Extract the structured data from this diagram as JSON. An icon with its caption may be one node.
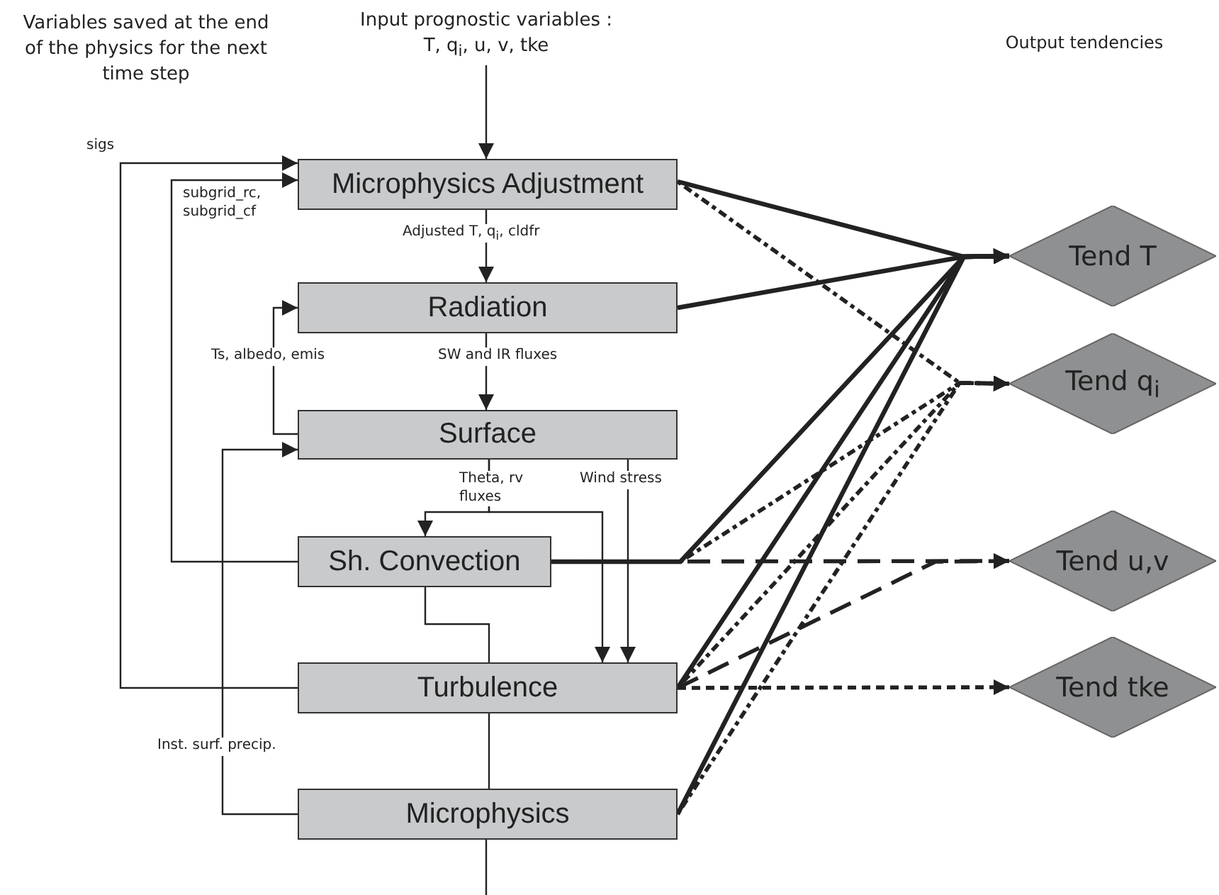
{
  "diagram": {
    "nodes": [
      {
        "text": [
          "Microphysics Adjustment"
        ]
      },
      {
        "text": [
          "Radiation"
        ]
      },
      {
        "text": [
          "Surface"
        ]
      },
      {
        "text": [
          "Sh. Convection"
        ]
      },
      {
        "text": [
          "Turbulence"
        ]
      },
      {
        "text": [
          "Microphysics"
        ]
      },
      {
        "text": [
          "Tend T"
        ]
      },
      {
        "text": [
          "Tend q$_{i}$"
        ]
      },
      {
        "text": [
          "Tend u,v"
        ]
      },
      {
        "text": [
          "Tend tke"
        ]
      },
      {
        "text": [
          "Input prognostic variables : T, q$_{i}$, u, v, tke"
        ]
      }
    ],
    "edges": [
      {
        "from": 10,
        "to": 0,
        "arrow": "to"
      },
      {
        "from": 0,
        "to": 1,
        "arrow": "to",
        "label": "Adjusted T, q$_{i}$, cldfr"
      },
      {
        "from": 1,
        "to": 2,
        "arrow": "to",
        "label": "SW and IR fluxes"
      },
      {
        "from": 2,
        "to": 1,
        "arrow": "to",
        "label": "Ts, albedo, emis"
      },
      {
        "from": 2,
        "to": 3,
        "arrow": "to",
        "label": "Theta, rv fluxes"
      },
      {
        "from": 2,
        "to": 4,
        "arrow": "to"
      },
      {
        "from": 2,
        "to": 4,
        "arrow": "to",
        "label": "Wind stress"
      },
      {
        "from": 3,
        "to": 4,
        "arrow": "none"
      },
      {
        "from": 4,
        "to": 5,
        "arrow": "none"
      },
      {
        "from": 5,
        "to": null,
        "arrow": "none"
      },
      {
        "from": 4,
        "to": 0,
        "arrow": "to",
        "label": "sigs"
      },
      {
        "from": 3,
        "to": 0,
        "arrow": "to",
        "label": "subgrid_rc, subgrid_cf"
      },
      {
        "from": 5,
        "to": 2,
        "arrow": "to",
        "label": "Inst. surf. precip."
      },
      {
        "from": 0,
        "to": 6,
        "arrow": "to",
        "style": "thick"
      },
      {
        "from": 1,
        "to": 6,
        "arrow": "to",
        "style": "thick"
      },
      {
        "from": 3,
        "to": 6,
        "arrow": "to",
        "style": "thick"
      },
      {
        "from": 4,
        "to": 6,
        "arrow": "to",
        "style": "thick"
      },
      {
        "from": 5,
        "to": 6,
        "arrow": "to",
        "style": "thick"
      },
      {
        "from": 0,
        "to": 7,
        "arrow": "to",
        "style": "dashed"
      },
      {
        "from": 3,
        "to": 7,
        "arrow": "to",
        "style": "dashed"
      },
      {
        "from": 4,
        "to": 7,
        "arrow": "to",
        "style": "dashed"
      },
      {
        "from": 5,
        "to": 7,
        "arrow": "to",
        "style": "dashed"
      },
      {
        "from": 3,
        "to": 8,
        "arrow": "to",
        "style": "dashed"
      },
      {
        "from": 4,
        "to": 8,
        "arrow": "to",
        "style": "dashed"
      },
      {
        "from": 4,
        "to": 9,
        "arrow": "to",
        "style": "dashed"
      }
    ],
    "labels": [
      "Variables saved at the end of the physics for the next time step",
      "Output tendencies"
    ]
  }
}
